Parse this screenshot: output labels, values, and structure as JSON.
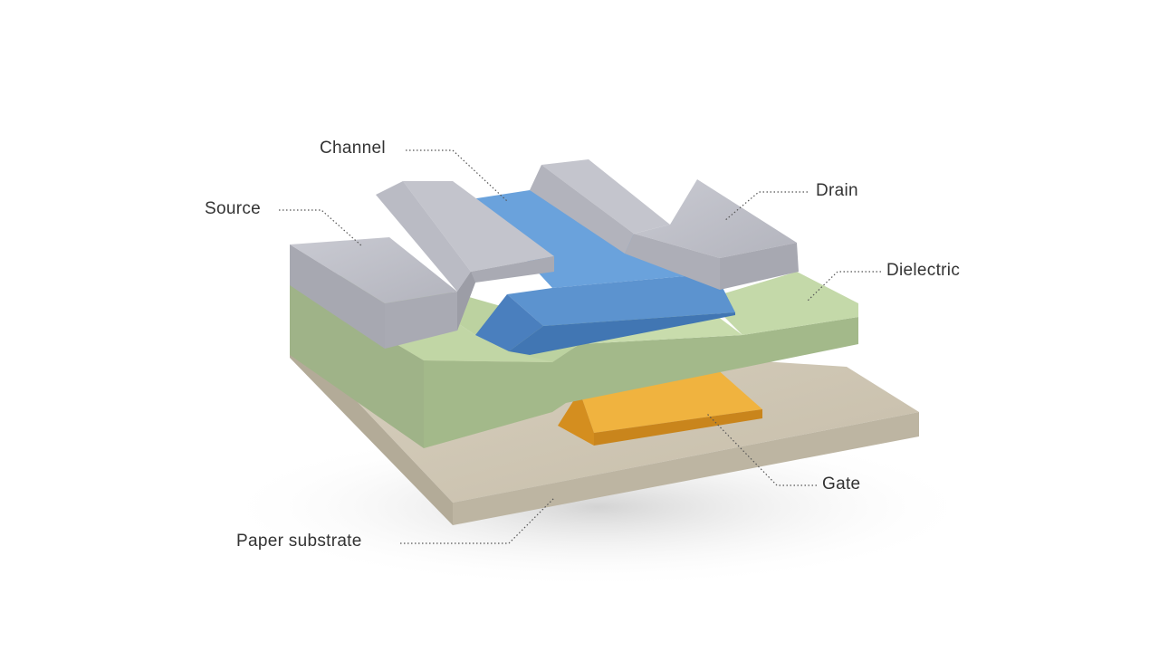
{
  "labels": {
    "channel": "Channel",
    "source": "Source",
    "drain": "Drain",
    "dielectric": "Dielectric",
    "gate": "Gate",
    "paper_substrate": "Paper substrate"
  },
  "colors": {
    "source_drain": "#b9bac3",
    "channel": "#5c93cf",
    "dielectric": "#bcd2a0",
    "gate": "#e8a52e",
    "substrate": "#cbc3b1",
    "logo": "#1f6b3a"
  }
}
